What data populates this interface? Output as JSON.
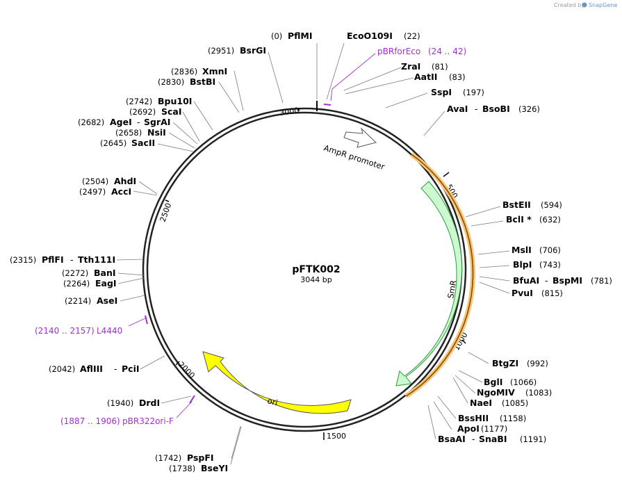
{
  "branding": {
    "created_by": "Created by",
    "app": "SnapGene"
  },
  "plasmid": {
    "name": "pFTK002",
    "size": "3044 bp"
  },
  "ticks": [
    "500",
    "1000",
    "1500",
    "2000",
    "2500",
    "3000"
  ],
  "features": {
    "ampr_promoter": "AmpR promoter",
    "smr": "SmR",
    "ori": "ori"
  },
  "enzymes": [
    {
      "pos": "(0)",
      "name": "PflMI"
    },
    {
      "pos": "(22)",
      "name": "EcoO109I"
    },
    {
      "pos": "(81)",
      "name": "ZraI"
    },
    {
      "pos": "(83)",
      "name": "AatII"
    },
    {
      "pos": "(197)",
      "name": "SspI"
    },
    {
      "pos": "(326)",
      "name": "AvaI",
      "alt": "BsoBI"
    },
    {
      "pos": "(594)",
      "name": "BstEII"
    },
    {
      "pos": "(632)",
      "name": "BclI *"
    },
    {
      "pos": "(706)",
      "name": "MslI"
    },
    {
      "pos": "(743)",
      "name": "BlpI"
    },
    {
      "pos": "(781)",
      "name": "BfuAI",
      "alt": "BspMI"
    },
    {
      "pos": "(815)",
      "name": "PvuI"
    },
    {
      "pos": "(992)",
      "name": "BtgZI"
    },
    {
      "pos": "(1066)",
      "name": "BglI"
    },
    {
      "pos": "(1083)",
      "name": "NgoMIV"
    },
    {
      "pos": "(1085)",
      "name": "NaeI"
    },
    {
      "pos": "(1158)",
      "name": "BssHII"
    },
    {
      "pos": "(1177)",
      "name": "ApoI"
    },
    {
      "pos": "(1191)",
      "name": "BsaAI",
      "alt": "SnaBI"
    },
    {
      "pos": "(1742)",
      "name": "PspFI"
    },
    {
      "pos": "(1738)",
      "name": "BseYI"
    },
    {
      "pos": "(1940)",
      "name": "DrdI"
    },
    {
      "pos": "(2042)",
      "name": "AflIII",
      "alt": "PciI"
    },
    {
      "pos": "(2214)",
      "name": "AseI"
    },
    {
      "pos": "(2264)",
      "name": "EagI"
    },
    {
      "pos": "(2272)",
      "name": "BanI"
    },
    {
      "pos": "(2315)",
      "name": "PflFI",
      "alt": "Tth111I"
    },
    {
      "pos": "(2497)",
      "name": "AccI"
    },
    {
      "pos": "(2504)",
      "name": "AhdI"
    },
    {
      "pos": "(2645)",
      "name": "SacII"
    },
    {
      "pos": "(2658)",
      "name": "NsiI"
    },
    {
      "pos": "(2682)",
      "name": "AgeI",
      "alt": "SgrAI"
    },
    {
      "pos": "(2692)",
      "name": "ScaI"
    },
    {
      "pos": "(2742)",
      "name": "Bpu10I"
    },
    {
      "pos": "(2830)",
      "name": "BstBI"
    },
    {
      "pos": "(2836)",
      "name": "XmnI"
    },
    {
      "pos": "(2951)",
      "name": "BsrGI"
    }
  ],
  "primers": [
    {
      "name": "pBRforEco",
      "range": "(24 .. 42)"
    },
    {
      "name": "L4440",
      "range": "(2140 .. 2157)"
    },
    {
      "name": "pBR322ori-F",
      "range": "(1887 .. 1906)"
    }
  ],
  "colors": {
    "primer": "#a02fcf",
    "smr_fill": "#ccf9d0",
    "smr_stroke": "#2e9a3c",
    "ori": "#ffff00",
    "highlight": "#f5c77a",
    "highlight_line": "#8b4a00"
  }
}
